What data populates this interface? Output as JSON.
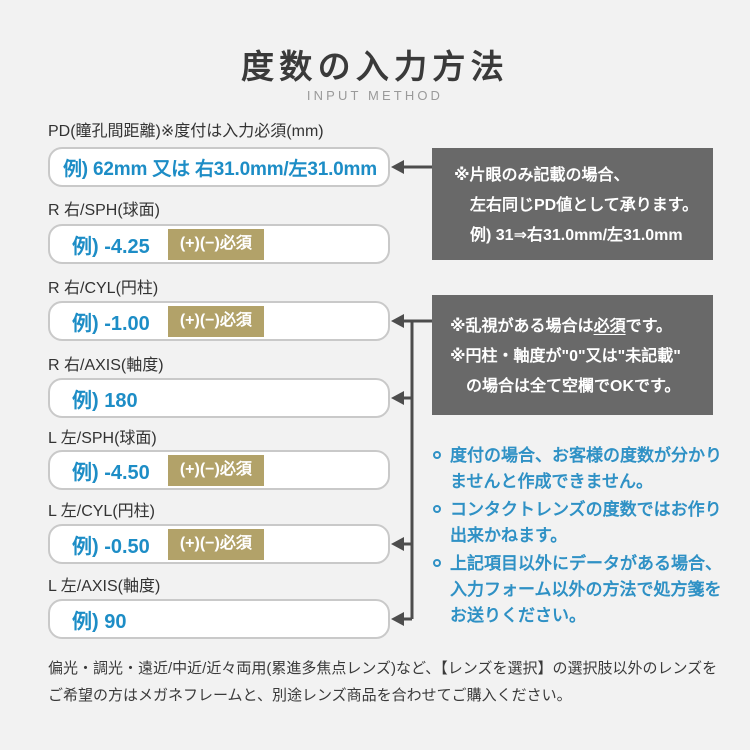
{
  "header": {
    "title": "度数の入力方法",
    "subtitle": "INPUT METHOD"
  },
  "fields": [
    {
      "label": "PD(瞳孔間距離)※度付は入力必須(mm)",
      "example": "例) 62mm 又は 右31.0mm/左31.0mm"
    },
    {
      "label": "R 右/SPH(球面)",
      "example": "例) -4.25",
      "badge": "(+)(−)必須"
    },
    {
      "label": "R 右/CYL(円柱)",
      "example": "例) -1.00",
      "badge": "(+)(−)必須"
    },
    {
      "label": "R 右/AXIS(軸度)",
      "example": "例) 180"
    },
    {
      "label": "L 左/SPH(球面)",
      "example": "例) -4.50",
      "badge": "(+)(−)必須"
    },
    {
      "label": "L 左/CYL(円柱)",
      "example": "例) -0.50",
      "badge": "(+)(−)必須"
    },
    {
      "label": "L 左/AXIS(軸度)",
      "example": "例) 90"
    }
  ],
  "note_pd": {
    "line1": "※片眼のみ記載の場合、",
    "line2": "左右同じPD値として承ります。",
    "line3": "例) 31⇒右31.0mm/左31.0mm"
  },
  "note_cyl_axis": {
    "line1_pre": "※乱視がある場合は",
    "line1_em": "必須",
    "line1_post": "です。",
    "line2": "※円柱・軸度が\"0\"又は\"未記載\"",
    "line3": "の場合は全て空欄でOKです。"
  },
  "bullets": [
    "度付の場合、お客様の度数が分かりませんと作成できません。",
    "コンタクトレンズの度数ではお作り出来かねます。",
    "上記項目以外にデータがある場合、入力フォーム以外の方法で処方箋をお送りください。"
  ],
  "footer": "偏光・調光・遠近/中近/近々両用(累進多焦点レンズ)など、【レンズを選択】の選択肢以外のレンズをご希望の方はメガネフレームと、別途レンズ商品を合わせてご購入ください。",
  "colors": {
    "background": "#f2f2f2",
    "accent_blue": "#1d8dc6",
    "bullet_blue": "#2f91c5",
    "badge_tan": "#b2a269",
    "note_gray": "#696969",
    "arrow_gray": "#4d4d4d",
    "text_dark": "#333333"
  }
}
